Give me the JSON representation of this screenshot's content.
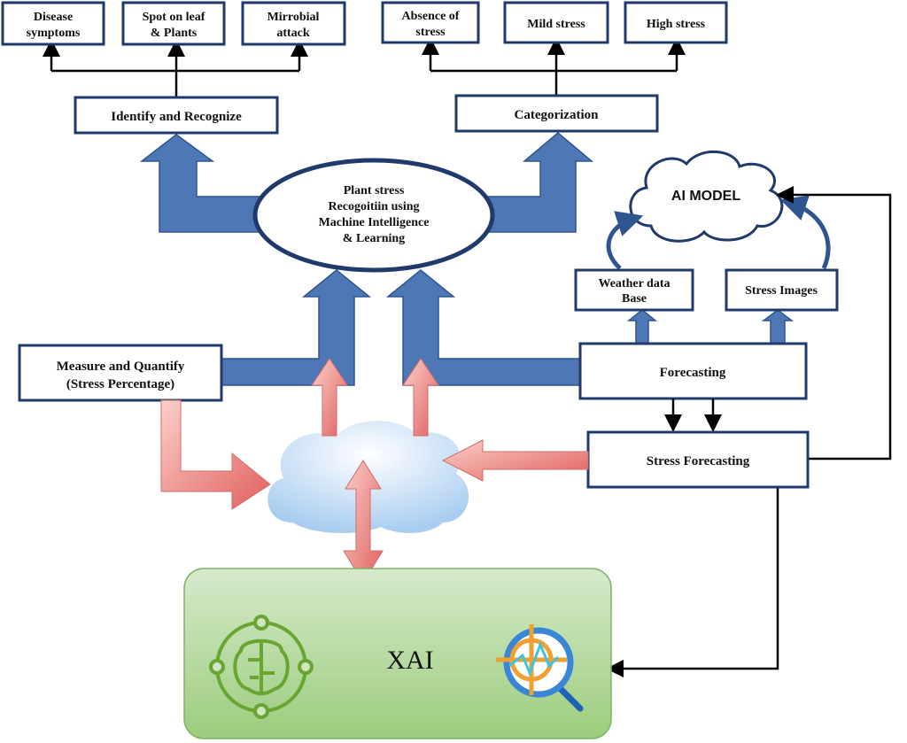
{
  "identify_outputs": [
    "Disease symptoms",
    "Spot on leaf & Plants",
    "Mirrobial attack"
  ],
  "identify_outputs_lines": [
    [
      "Disease",
      "symptoms"
    ],
    [
      "Spot on leaf",
      "& Plants"
    ],
    [
      "Mirrobial",
      "attack"
    ]
  ],
  "category_outputs_lines": [
    [
      "Absence of",
      "stress"
    ],
    [
      "Mild stress"
    ],
    [
      "High stress"
    ]
  ],
  "identify": "Identify and Recognize",
  "categorization": "Categorization",
  "center_lines": [
    "Plant stress",
    "Recogoitiin using",
    "Machine Intelligence",
    "& Learning"
  ],
  "ai_model": "AI MODEL",
  "weather_lines": [
    "Weather data",
    "Base"
  ],
  "stress_images": "Stress Images",
  "measure_lines": [
    "Measure and Quantify",
    "(Stress Percentage)"
  ],
  "forecasting": "Forecasting",
  "stress_forecasting": "Stress Forecasting",
  "xai": "XAI",
  "icons": [
    "brain-cycle-icon",
    "analysis-magnifier-icon",
    "cloud-icon"
  ],
  "colors": {
    "box_border": "#1f3a6b",
    "blue_arrow": "#4e78b5",
    "red_arrow": "#e88080",
    "xai_box": "#a8d08d"
  }
}
